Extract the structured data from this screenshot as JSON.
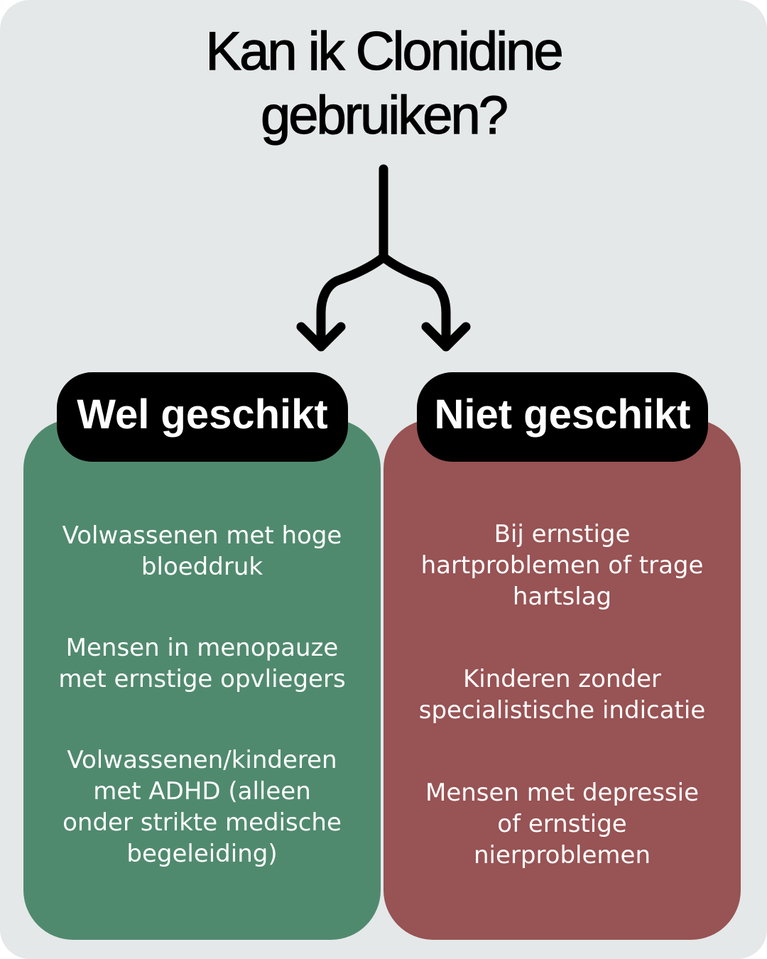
{
  "title": "Kan ik Clonidine\ngebruiken?",
  "arrow_icon": "split-arrow-icon",
  "colors": {
    "background": "#e4e8e8",
    "suitable": "#508a6e",
    "not_suitable": "#985354",
    "label": "#000000",
    "text": "#ffffff"
  },
  "suitable": {
    "label": "Wel geschikt",
    "items": [
      "Volwassenen met hoge\nbloeddruk",
      "Mensen in menopauze\nmet ernstige opvliegers",
      "Volwassenen/kinderen\nmet ADHD (alleen\nonder strikte medische\nbegeleiding)"
    ]
  },
  "not_suitable": {
    "label": "Niet geschikt",
    "items": [
      "Bij ernstige\nhartproblemen of trage\nhartslag",
      "Kinderen zonder\nspecialistische indicatie",
      "Mensen met depressie\nof ernstige\nnierproblemen"
    ]
  }
}
